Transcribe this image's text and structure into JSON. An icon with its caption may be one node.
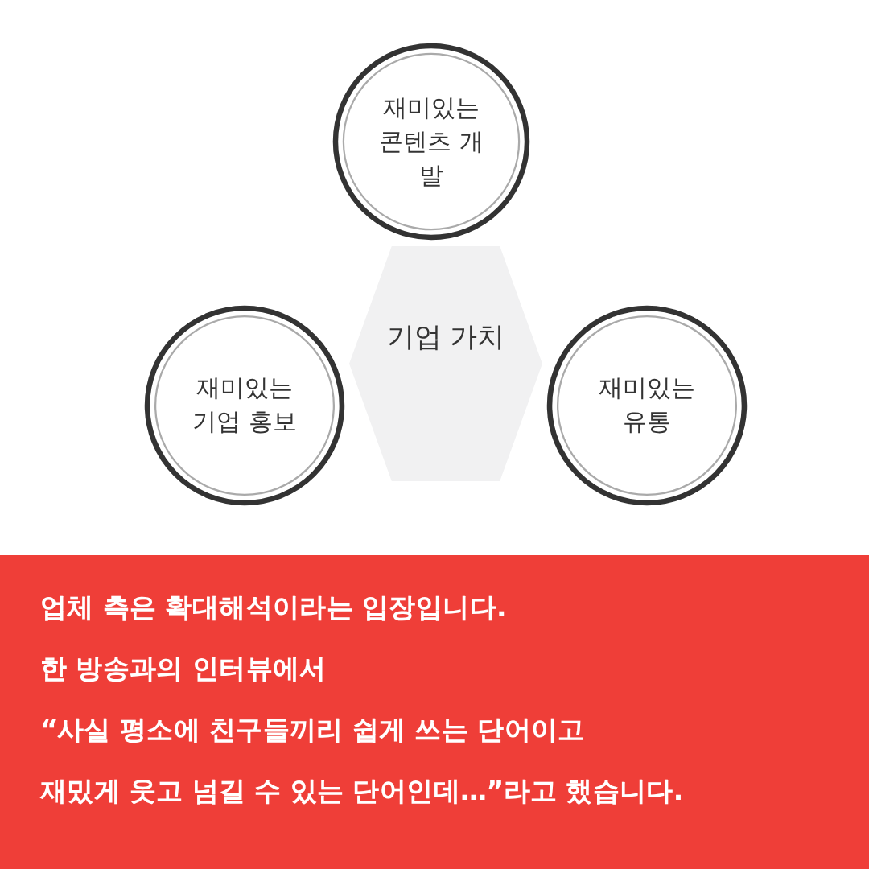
{
  "diagram": {
    "nodes": [
      {
        "text": [
          "재미있는 콘텐츠 개발"
        ]
      },
      {
        "text": [
          "기업 가치"
        ]
      },
      {
        "text": [
          "재미있는 기업 홍보"
        ]
      },
      {
        "text": [
          "재미있는 유통"
        ]
      }
    ],
    "labels": [
      "업체 측은 확대해석이라는 입장입니다.",
      "한 방송과의 인터뷰에서",
      "“사실 평소에 친구들끼리 쉽게 쓰는 단어이고",
      "재밌게 웃고 넘길 수 있는 단어인데…”라고 했습니다."
    ]
  }
}
